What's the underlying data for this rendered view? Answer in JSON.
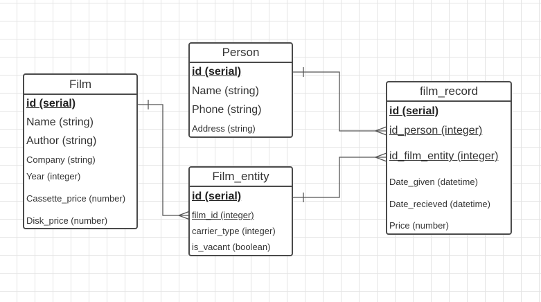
{
  "film": {
    "title": "Film",
    "fields": [
      "id (serial)",
      "Name (string)",
      "Author (string)",
      "Company (string)",
      "Year (integer)",
      "Cassette_price (number)",
      "Disk_price (number)"
    ]
  },
  "person": {
    "title": "Person",
    "fields": [
      "id (serial)",
      "Name (string)",
      "Phone (string)",
      "Address (string)"
    ]
  },
  "film_entity": {
    "title": "Film_entity",
    "fields": [
      "id (serial)",
      "film_id (integer)",
      "carrier_type (integer)",
      "is_vacant (boolean)"
    ]
  },
  "film_record": {
    "title": "film_record",
    "fields": [
      "id (serial)",
      "id_person (integer)",
      "id_film_entity (integer)",
      "Date_given (datetime)",
      "Date_recieved (datetime)",
      "Price (number)"
    ]
  },
  "relationships": [
    {
      "from": "film.id",
      "to": "film_entity.film_id",
      "from_end": "one",
      "to_end": "many"
    },
    {
      "from": "person.id",
      "to": "film_record.id_person",
      "from_end": "one",
      "to_end": "many"
    },
    {
      "from": "film_entity.id",
      "to": "film_record.id_film_entity",
      "from_end": "one",
      "to_end": "many"
    }
  ],
  "colors": {
    "border": "#4a4a4a",
    "connector": "#555555",
    "grid": "#e4e4e4"
  }
}
